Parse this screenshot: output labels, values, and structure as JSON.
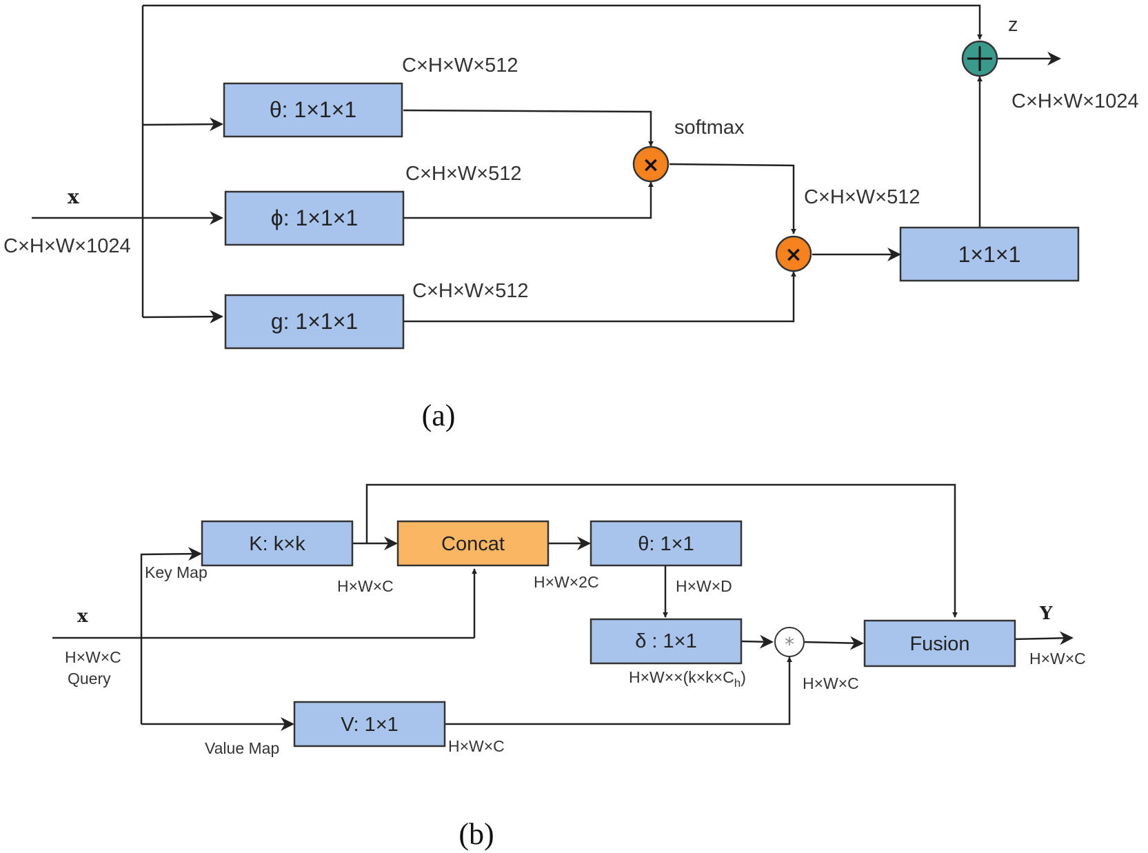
{
  "panel_a": {
    "caption": "(a)",
    "input_label": "x",
    "input_dims": "C×H×W×1024",
    "theta_box": "θ: 1×1×1",
    "phi_box": "ϕ: 1×1×1",
    "g_box": "g: 1×1×1",
    "out_box": "1×1×1",
    "theta_dims": "C×H×W×512",
    "phi_dims": "C×H×W×512",
    "g_dims": "C×H×W×512",
    "softmax_label": "softmax",
    "mult_dims": "C×H×W×512",
    "output_label": "z",
    "output_dims": "C×H×W×1024",
    "multiply_symbol": "×",
    "add_symbol": "+"
  },
  "panel_b": {
    "caption": "(b)",
    "input_label": "x",
    "input_dims": "H×W×C",
    "query_label": "Query",
    "k_box": "K: k×k",
    "key_map_label": "Key Map",
    "k_dims": "H×W×C",
    "concat_box": "Concat",
    "concat_dims": "H×W×2C",
    "theta_box": "θ: 1×1",
    "theta_dims": "H×W×D",
    "delta_box": "δ : 1×1",
    "delta_dims_prefix": "H×W××(k×k×C",
    "delta_dims_sub": "h",
    "delta_dims_suffix": ")",
    "v_box": "V: 1×1",
    "value_map_label": "Value Map",
    "v_dims": "H×W×C",
    "conv_dims": "H×W×C",
    "conv_symbol": "*",
    "fusion_box": "Fusion",
    "output_label": "Y",
    "output_dims": "H×W×C"
  },
  "colors": {
    "box_blue": "#a9c4ec",
    "box_orange": "#fbb664",
    "multiply_node": "#f5821f",
    "add_node": "#3a9a8c"
  }
}
